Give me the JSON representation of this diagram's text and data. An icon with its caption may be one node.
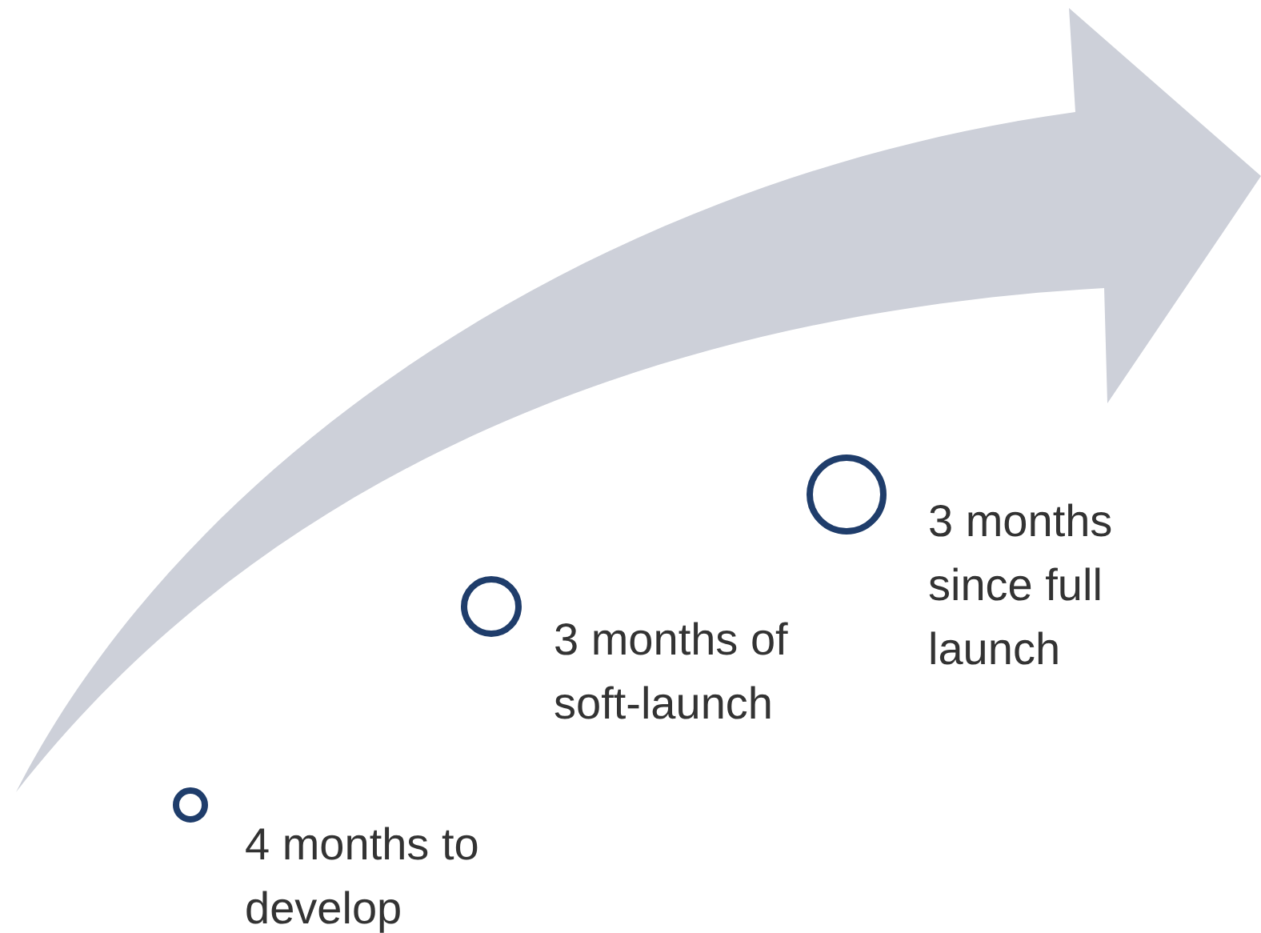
{
  "diagram": {
    "nodes": [
      {
        "text": [],
        "shape": "circle",
        "beside": [
          "4 months to develop"
        ]
      },
      {
        "text": [],
        "shape": "circle",
        "beside": [
          "3 months of soft-launch"
        ]
      },
      {
        "text": [],
        "shape": "circle",
        "beside": [
          "3 months since full launch"
        ]
      }
    ]
  }
}
